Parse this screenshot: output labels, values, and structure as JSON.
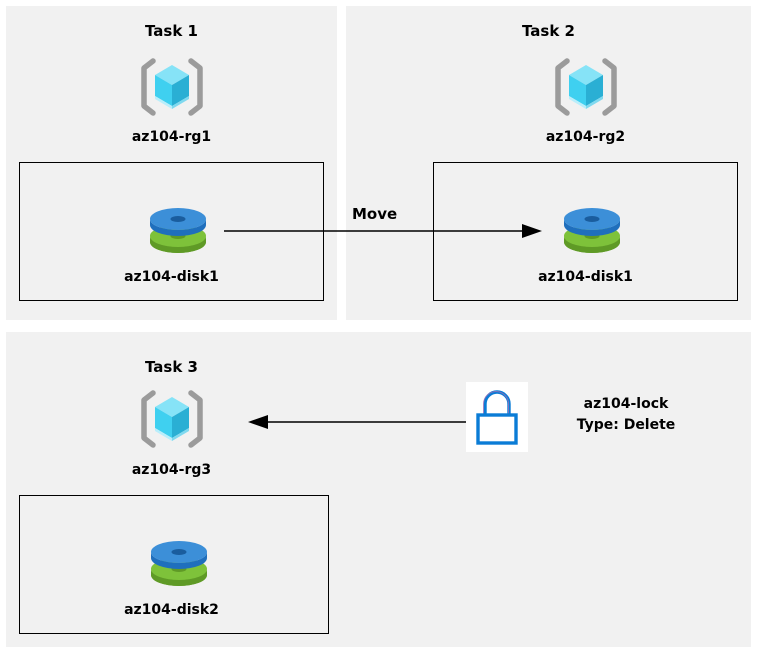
{
  "diagram": {
    "background_color": "#ffffff",
    "panel_color": "#f1f1f1",
    "panels": [
      {
        "id": "task1",
        "title": "Task 1",
        "resource_group": {
          "name": "az104-rg1",
          "icon": "resource-group-cube-icon"
        },
        "box_resource": {
          "name": "az104-disk1",
          "icon": "managed-disk-icon"
        }
      },
      {
        "id": "task2",
        "title": "Task 2",
        "resource_group": {
          "name": "az104-rg2",
          "icon": "resource-group-cube-icon"
        },
        "box_resource": {
          "name": "az104-disk1",
          "icon": "managed-disk-icon"
        }
      },
      {
        "id": "task3",
        "title": "Task 3",
        "resource_group": {
          "name": "az104-rg3",
          "icon": "resource-group-cube-icon"
        },
        "box_resource": {
          "name": "az104-disk2",
          "icon": "managed-disk-icon"
        }
      }
    ],
    "connectors": [
      {
        "id": "move-arrow",
        "label": "Move",
        "direction": "right",
        "from": "az104-disk1 in az104-rg1",
        "to": "az104-disk1 in az104-rg2"
      },
      {
        "id": "lock-arrow",
        "label": "",
        "direction": "left",
        "from": "az104-lock",
        "to": "az104-rg3"
      }
    ],
    "lock": {
      "icon": "padlock-icon",
      "name": "az104-lock",
      "type_line": "Type: Delete",
      "tile_background": "#ffffff"
    },
    "colors": {
      "cube_top": "#86e3f7",
      "cube_left": "#3fd0f0",
      "cube_right": "#2aafd4",
      "cube_bottom": "#b9eefb",
      "bracket": "#9b9b9b",
      "disk_blue": "#3c8fd8",
      "disk_blue_dark": "#1f6fbd",
      "disk_green": "#74b833",
      "disk_green_dark": "#5f9a26",
      "lock_stroke": "#0a7cd6",
      "arrow": "#000000",
      "box_border": "#000000",
      "text": "#000000"
    }
  }
}
